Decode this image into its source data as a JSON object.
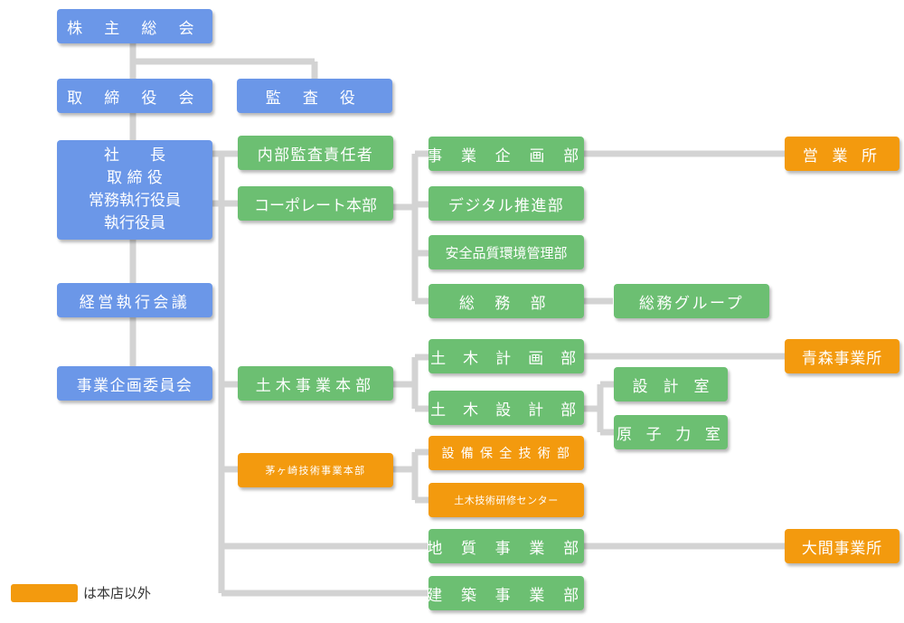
{
  "colors": {
    "blue": "#6b97e8",
    "green": "#6cbf72",
    "orange": "#f39a0e",
    "line": "#d3d3d3"
  },
  "boxes": {
    "shareholders": "株 主 総 会",
    "board": "取 締 役 会",
    "auditor": "監 査 役",
    "ceo_1": "社　　長",
    "ceo_2": "取 締 役",
    "ceo_3": "常務執行役員",
    "ceo_4": "執行役員",
    "exec_council": "経営執行会議",
    "planning_committee": "事業企画委員会",
    "internal_audit": "内部監査責任者",
    "corporate_hq": "コーポレート本部",
    "civil_hq": "土木事業本部",
    "chigasaki_hq": "茅ヶ崎技術事業本部",
    "biz_planning": "事 業 企 画 部",
    "digital": "デジタル推進部",
    "safety_quality": "安全品質環境管理部",
    "general_affairs": "総 務 部",
    "general_group": "総務グループ",
    "sales_office": "営 業 所",
    "civil_planning": "土 木 計 画 部",
    "civil_design": "土 木 設 計 部",
    "design_room": "設　計　室",
    "nuclear_room": "原 子 力 室",
    "aomori": "青森事業所",
    "maintenance": "設 備 保 全 技 術 部",
    "training_center": "土木技術研修センター",
    "geology": "地 質 事 業 部",
    "architecture": "建 築 事 業 部",
    "oma": "大間事業所"
  },
  "legend": {
    "text": "は本店以外"
  }
}
